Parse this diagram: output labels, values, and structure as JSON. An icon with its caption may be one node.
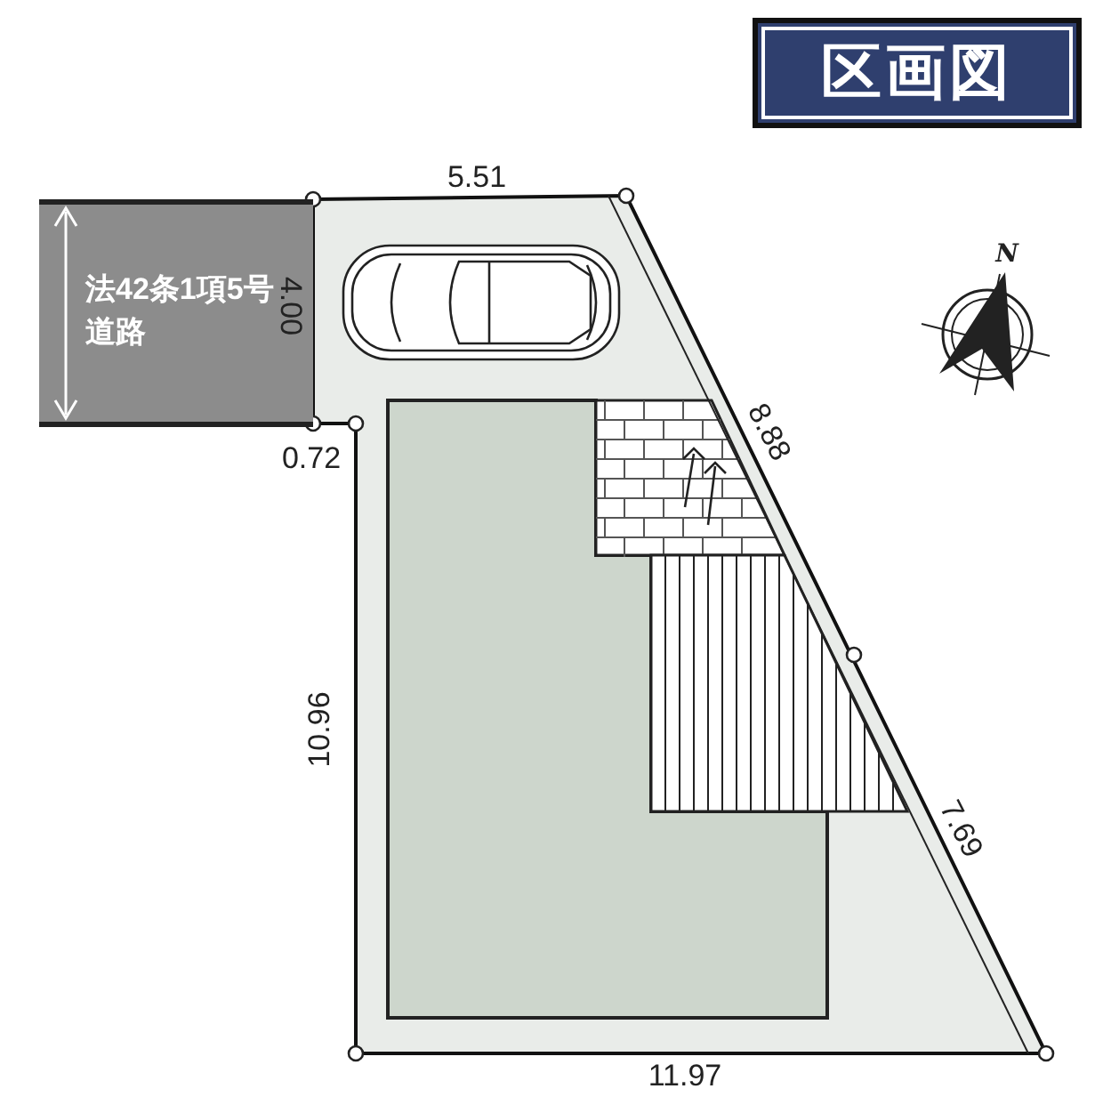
{
  "diagram": {
    "title": "区画図",
    "nodes": [
      {
        "text": [
          "法42条1項5号道路"
        ]
      }
    ],
    "labels": [
      "5.51",
      "4.00",
      "N",
      "0.72",
      "8.88",
      "10.96",
      "7.69",
      "11.97"
    ]
  }
}
